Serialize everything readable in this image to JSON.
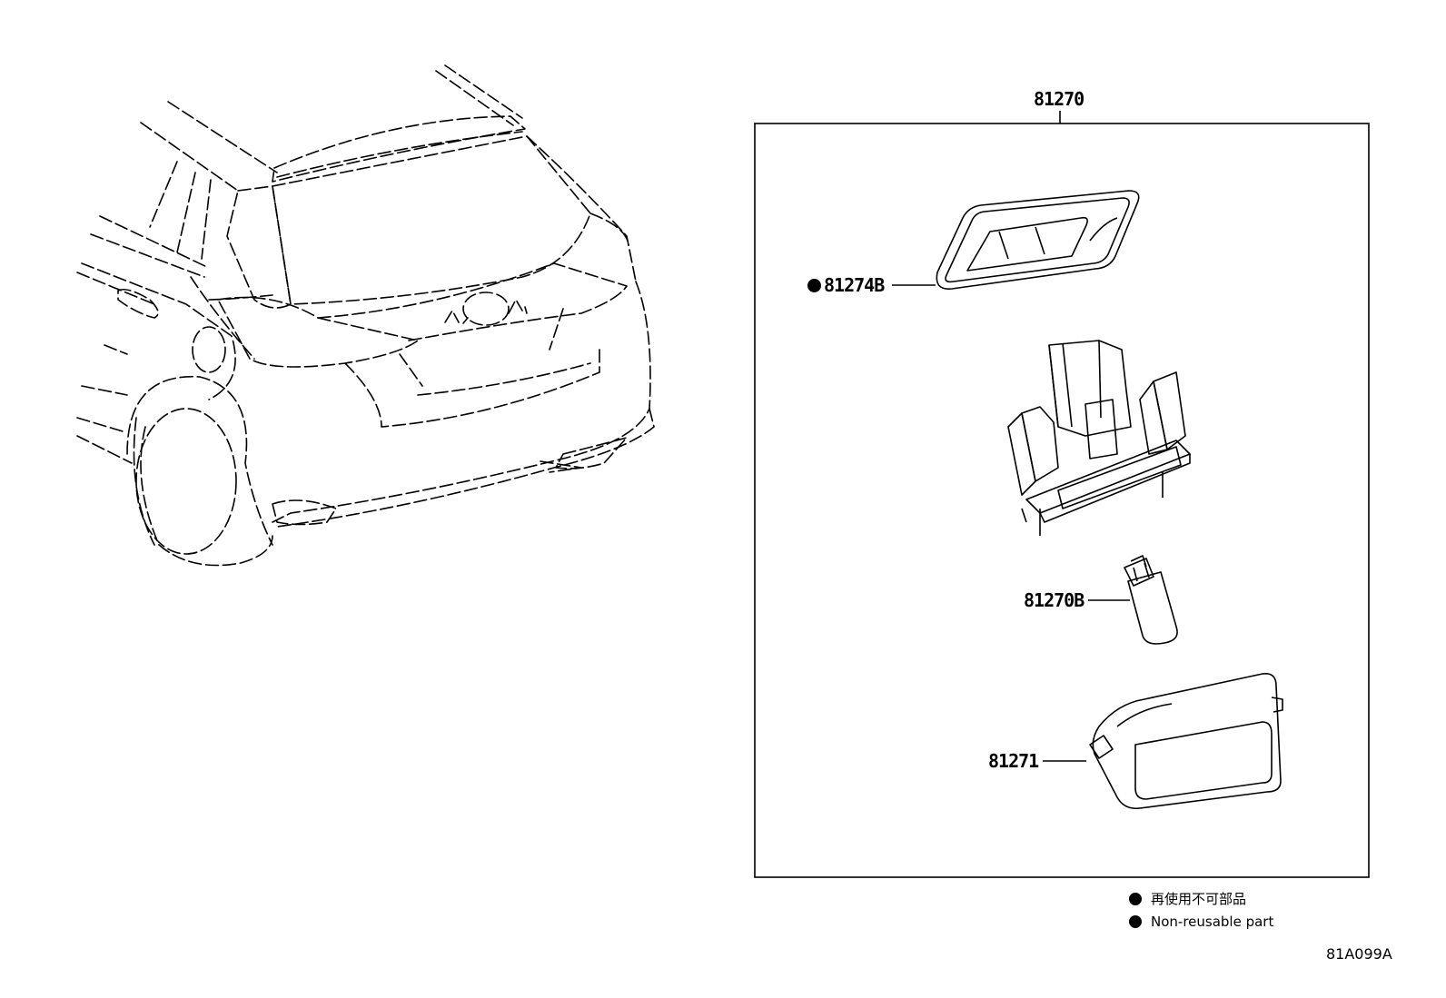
{
  "diagram": {
    "assembly_label": "81270",
    "parts": [
      {
        "label": "81274B",
        "non_reusable": true
      },
      {
        "label": "81270B",
        "non_reusable": false
      },
      {
        "label": "81271",
        "non_reusable": false
      }
    ],
    "legend": {
      "japanese": "再使用不可部品",
      "english": "Non-reusable part"
    },
    "drawing_code": "81A099A"
  }
}
